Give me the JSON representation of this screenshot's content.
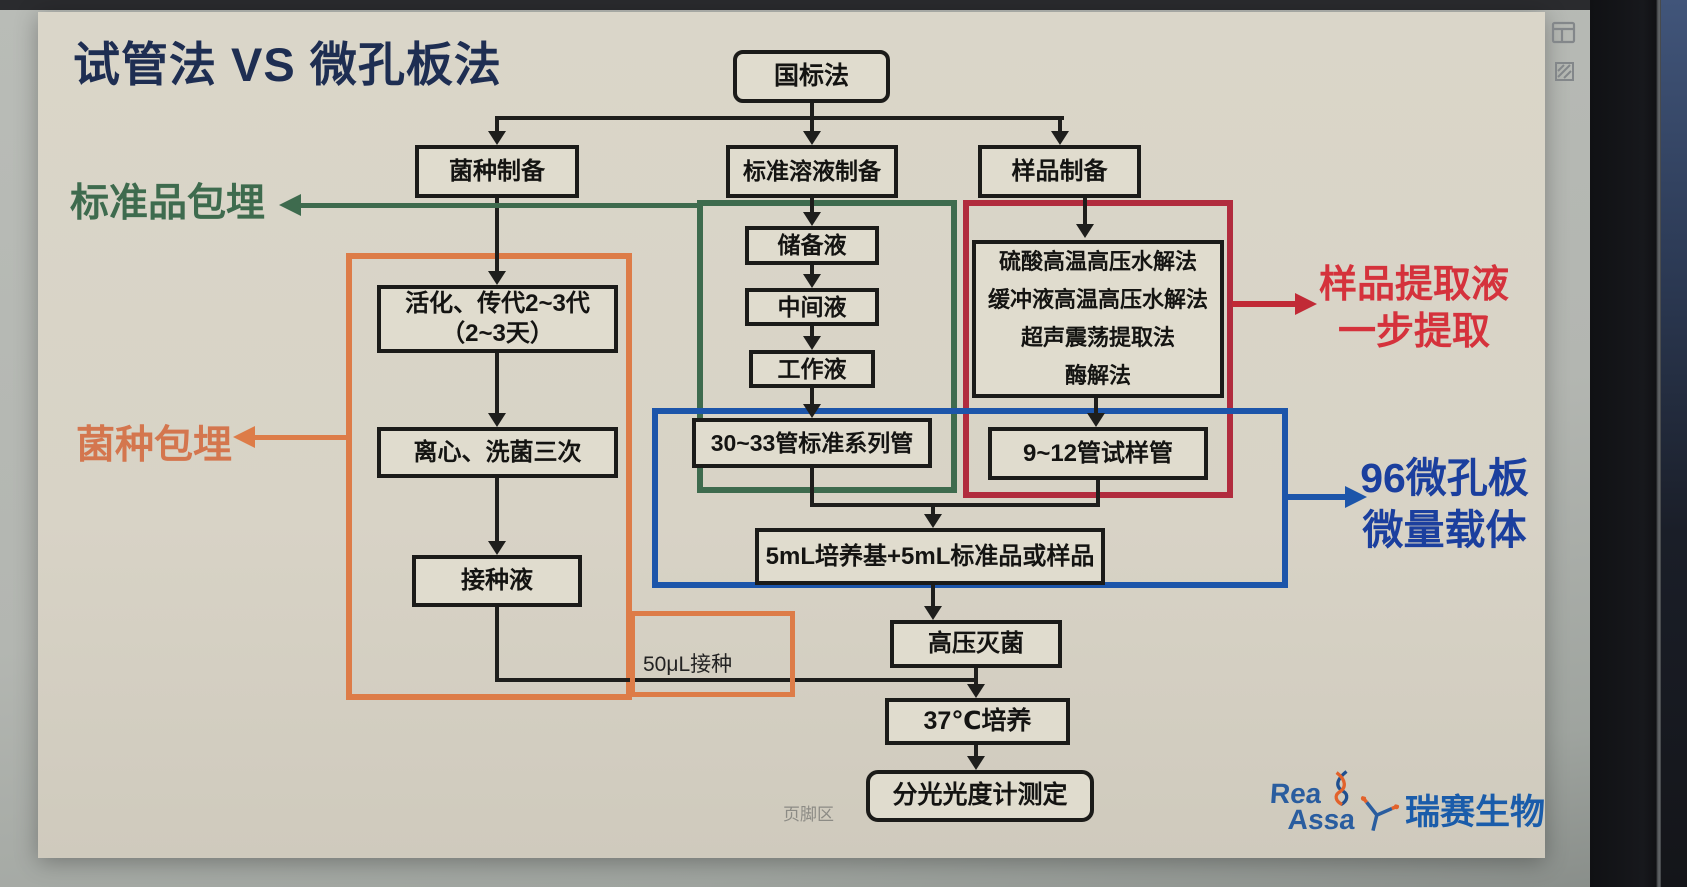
{
  "screen": {
    "icons": {
      "layout_icon": "slide-layout-icon",
      "annotate_icon": "hatch-pen-icon"
    }
  },
  "slide": {
    "title": "试管法 VS 微孔板法",
    "root": "国标法",
    "branches": {
      "left": "菌种制备",
      "middle": "标准溶液制备",
      "right": "样品制备"
    },
    "left_column": {
      "step1_line1": "活化、传代2~3代",
      "step1_line2": "（2~3天）",
      "step2": "离心、洗菌三次",
      "step3": "接种液",
      "inoculation": "50μL接种"
    },
    "middle_column": {
      "step1": "储备液",
      "step2": "中间液",
      "step3": "工作液",
      "result": "30~33管标准系列管"
    },
    "right_column": {
      "methods": [
        "硫酸高温高压水解法",
        "缓冲液高温高压水解法",
        "超声震荡提取法",
        "酶解法"
      ],
      "result": "9~12管试样管"
    },
    "merge": {
      "mix": "5mL培养基+5mL标准品或样品",
      "sterilize": "高压灭菌",
      "incubate": "37℃培养",
      "measure": "分光光度计测定"
    },
    "side_labels": {
      "standard_embed": "标准品包埋",
      "strain_embed": "菌种包埋",
      "sample_extract_line1": "样品提取液",
      "sample_extract_line2": "一步提取",
      "microplate_line1": "96微孔板",
      "microplate_line2": "微量载体"
    },
    "footer": "页脚区",
    "logo": {
      "latin_line1": "Rea",
      "latin_line2": "Assa",
      "cn": "瑞赛生物"
    },
    "colors": {
      "title": "#1e2e52",
      "green": "#3e6b4e",
      "orange_frame": "#dd7c48",
      "orange_text": "#d4764e",
      "red_frame": "#b12c3e",
      "red_text": "#d5323c",
      "blue_frame": "#1c55aa",
      "blue_text": "#1b3f9e"
    }
  }
}
